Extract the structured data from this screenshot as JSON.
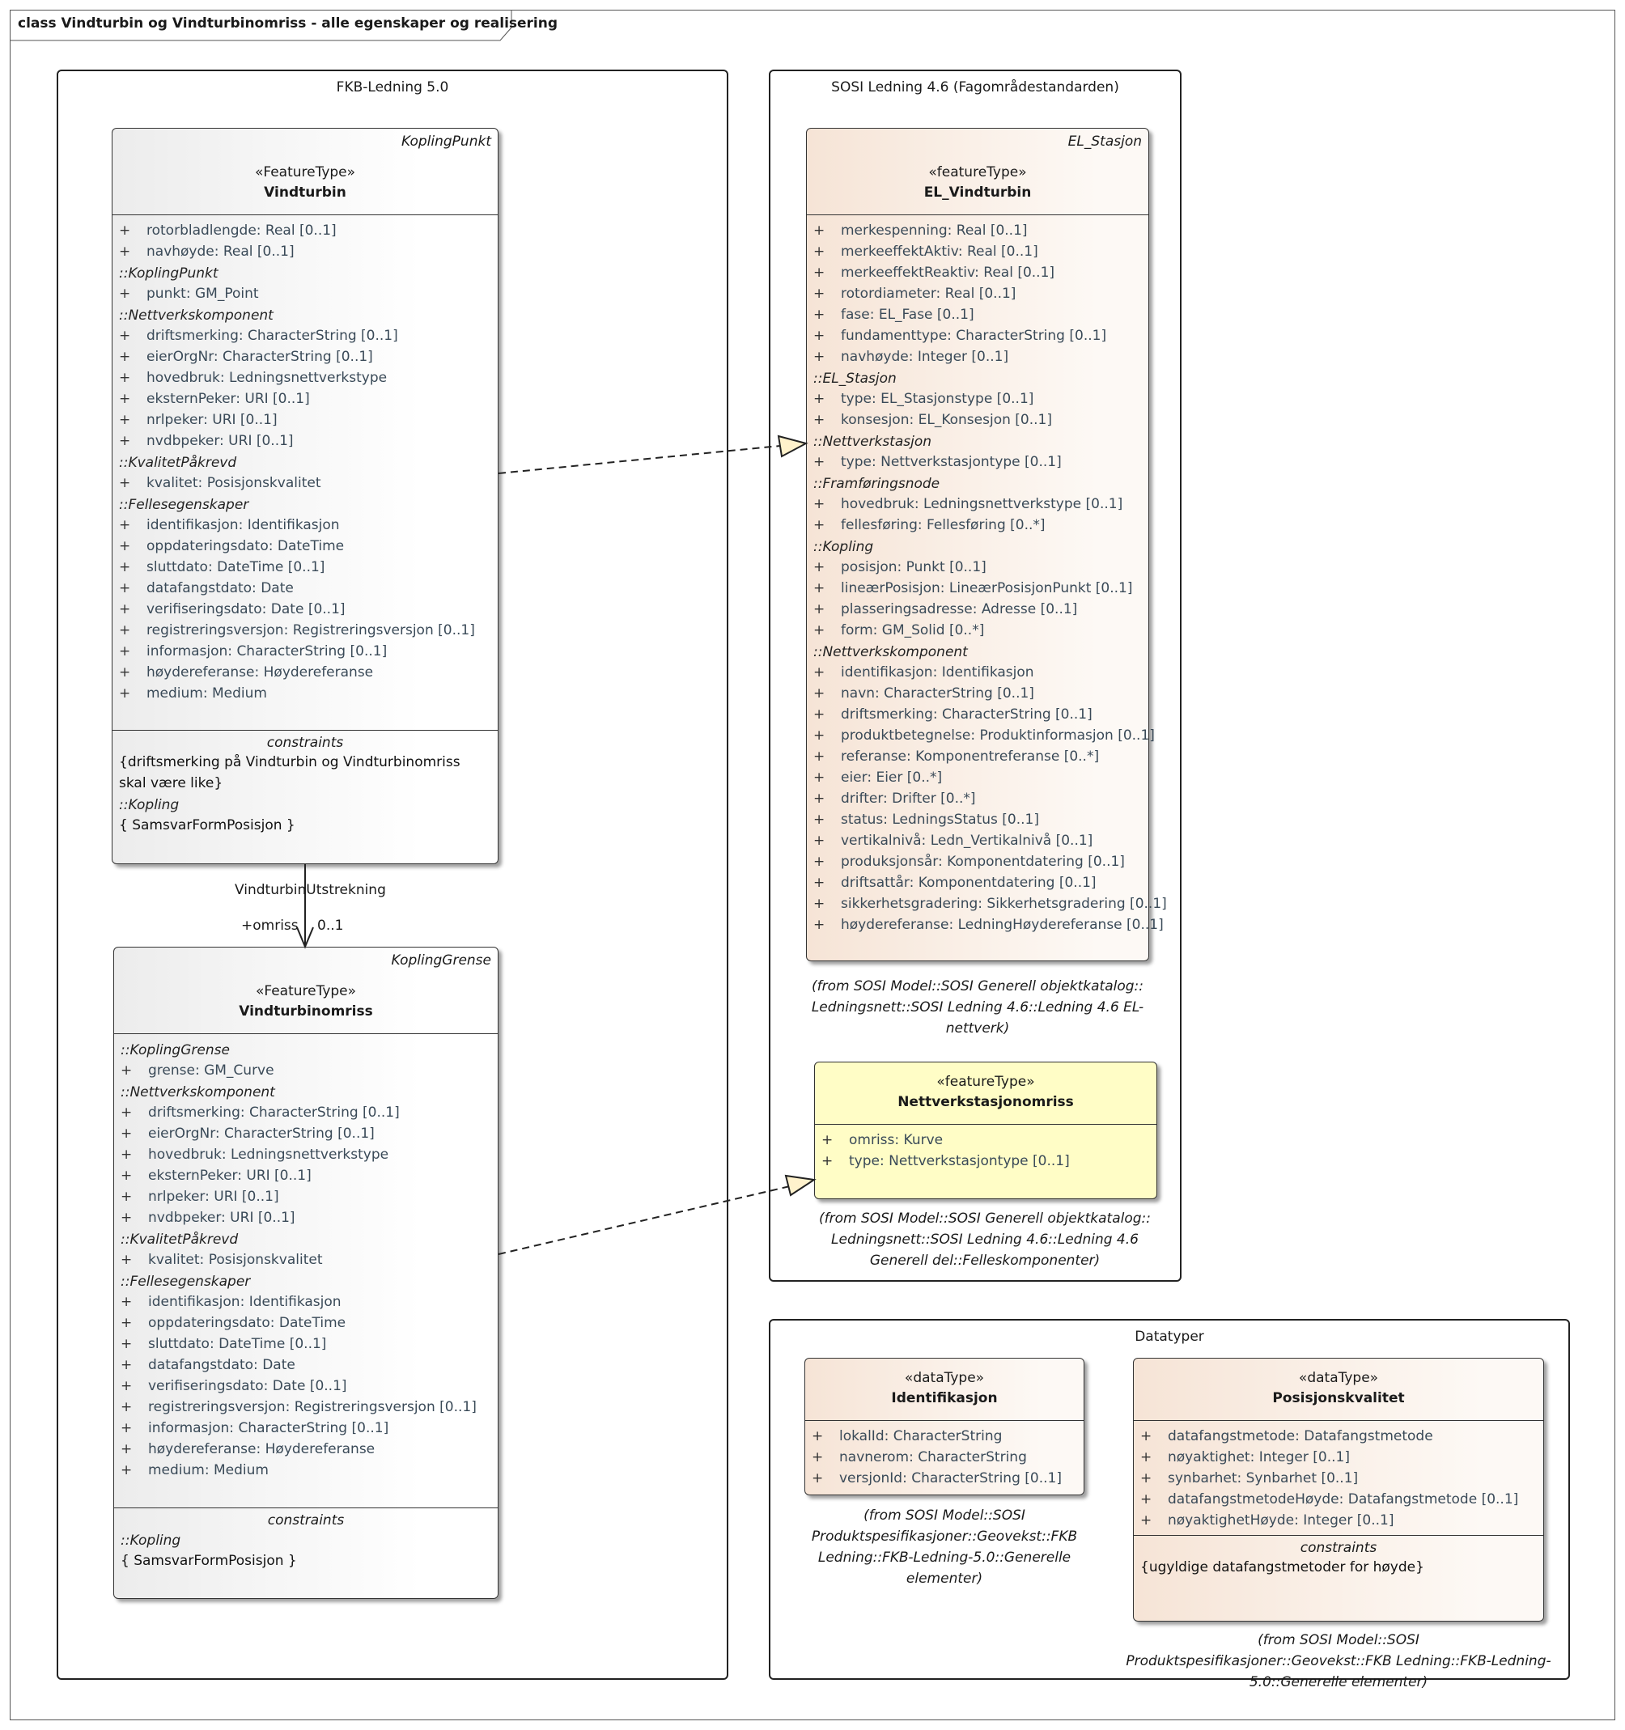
{
  "diagram_title": "class Vindturbin og Vindturbinomriss - alle egenskaper og realisering",
  "packages": {
    "fkb": "FKB-Ledning 5.0",
    "sosi": "SOSI Ledning 4.6 (Fagområdestandarden)",
    "datatyper": "Datatyper"
  },
  "vindturbin": {
    "generalization": "KoplingPunkt",
    "stereotype": "«FeatureType»",
    "name": "Vindturbin",
    "groups": [
      {
        "name": "",
        "attrs": [
          "rotorbladlengde: Real [0..1]",
          "navhøyde: Real [0..1]"
        ]
      },
      {
        "name": "::KoplingPunkt",
        "attrs": [
          "punkt: GM_Point"
        ]
      },
      {
        "name": "::Nettverkskomponent",
        "attrs": [
          "driftsmerking: CharacterString [0..1]",
          "eierOrgNr: CharacterString [0..1]",
          "hovedbruk: Ledningsnettverkstype",
          "eksternPeker: URI [0..1]",
          "nrlpeker: URI [0..1]",
          "nvdbpeker: URI [0..1]"
        ]
      },
      {
        "name": "::KvalitetPåkrevd",
        "attrs": [
          "kvalitet: Posisjonskvalitet"
        ]
      },
      {
        "name": "::Fellesegenskaper",
        "attrs": [
          "identifikasjon: Identifikasjon",
          "oppdateringsdato: DateTime",
          "sluttdato: DateTime [0..1]",
          "datafangstdato: Date",
          "verifiseringsdato: Date [0..1]",
          "registreringsversjon: Registreringsversjon [0..1]",
          "informasjon: CharacterString [0..1]",
          "høydereferanse: Høydereferanse",
          "medium: Medium"
        ]
      }
    ],
    "constraints_title": "constraints",
    "constraint_1": "{driftsmerking på Vindturbin og Vindturbinomriss skal være like}",
    "constraint_group": "::Kopling",
    "constraint_2": "{ SamsvarFormPosisjon }"
  },
  "association": {
    "name": "VindturbinUtstrekning",
    "role": "+omriss",
    "multiplicity": "0..1"
  },
  "vindturbinomriss": {
    "generalization": "KoplingGrense",
    "stereotype": "«FeatureType»",
    "name": "Vindturbinomriss",
    "groups": [
      {
        "name": "::KoplingGrense",
        "attrs": [
          "grense: GM_Curve"
        ]
      },
      {
        "name": "::Nettverkskomponent",
        "attrs": [
          "driftsmerking: CharacterString [0..1]",
          "eierOrgNr: CharacterString [0..1]",
          "hovedbruk: Ledningsnettverkstype",
          "eksternPeker: URI [0..1]",
          "nrlpeker: URI [0..1]",
          "nvdbpeker: URI [0..1]"
        ]
      },
      {
        "name": "::KvalitetPåkrevd",
        "attrs": [
          "kvalitet: Posisjonskvalitet"
        ]
      },
      {
        "name": "::Fellesegenskaper",
        "attrs": [
          "identifikasjon: Identifikasjon",
          "oppdateringsdato: DateTime",
          "sluttdato: DateTime [0..1]",
          "datafangstdato: Date",
          "verifiseringsdato: Date [0..1]",
          "registreringsversjon: Registreringsversjon [0..1]",
          "informasjon: CharacterString [0..1]",
          "høydereferanse: Høydereferanse",
          "medium: Medium"
        ]
      }
    ],
    "constraints_title": "constraints",
    "constraint_group": "::Kopling",
    "constraint_2": "{ SamsvarFormPosisjon }"
  },
  "el_vindturbin": {
    "generalization": "EL_Stasjon",
    "stereotype": "«featureType»",
    "name": "EL_Vindturbin",
    "groups": [
      {
        "name": "",
        "attrs": [
          "merkespenning: Real [0..1]",
          "merkeeffektAktiv: Real [0..1]",
          "merkeeffektReaktiv: Real [0..1]",
          "rotordiameter: Real [0..1]",
          "fase: EL_Fase [0..1]",
          "fundamenttype: CharacterString [0..1]",
          "navhøyde: Integer [0..1]"
        ]
      },
      {
        "name": "::EL_Stasjon",
        "attrs": [
          "type: EL_Stasjonstype [0..1]",
          "konsesjon: EL_Konsesjon [0..1]"
        ]
      },
      {
        "name": "::Nettverkstasjon",
        "attrs": [
          "type: Nettverkstasjontype [0..1]"
        ]
      },
      {
        "name": "::Framføringsnode",
        "attrs": [
          "hovedbruk: Ledningsnettverkstype [0..1]",
          "fellesføring: Fellesføring [0..*]"
        ]
      },
      {
        "name": "::Kopling",
        "attrs": [
          "posisjon: Punkt [0..1]",
          "lineærPosisjon: LineærPosisjonPunkt [0..1]",
          "plasseringsadresse: Adresse [0..1]",
          "form: GM_Solid [0..*]"
        ]
      },
      {
        "name": "::Nettverkskomponent",
        "attrs": [
          "identifikasjon: Identifikasjon",
          "navn: CharacterString [0..1]",
          "driftsmerking: CharacterString [0..1]",
          "produktbetegnelse: Produktinformasjon [0..1]",
          "referanse: Komponentreferanse [0..*]",
          "eier: Eier [0..*]",
          "drifter: Drifter [0..*]",
          "status: LedningsStatus [0..1]",
          "vertikalnivå: Ledn_Vertikalnivå [0..1]",
          "produksjonsår: Komponentdatering [0..1]",
          "driftsattår: Komponentdatering [0..1]",
          "sikkerhetsgradering: Sikkerhetsgradering [0..1]",
          "høydereferanse: LedningHøydereferanse [0..1]"
        ]
      }
    ],
    "from": "(from SOSI Model::SOSI Generell objektkatalog:: Ledningsnett::SOSI Ledning 4.6::Ledning 4.6 EL-nettverk)"
  },
  "nettverkstasjonomriss": {
    "stereotype": "«featureType»",
    "name": "Nettverkstasjonomriss",
    "groups": [
      {
        "name": "",
        "attrs": [
          "omriss: Kurve",
          "type: Nettverkstasjontype [0..1]"
        ]
      }
    ],
    "from": "(from SOSI Model::SOSI Generell objektkatalog:: Ledningsnett::SOSI Ledning 4.6::Ledning 4.6 Generell del::Felleskomponenter)"
  },
  "identifikasjon": {
    "stereotype": "«dataType»",
    "name": "Identifikasjon",
    "groups": [
      {
        "name": "",
        "attrs": [
          "lokalId: CharacterString",
          "navnerom: CharacterString",
          "versjonId: CharacterString [0..1]"
        ]
      }
    ],
    "from": "(from SOSI Model::SOSI Produktspesifikasjoner::Geovekst::FKB Ledning::FKB-Ledning-5.0::Generelle elementer)"
  },
  "posisjonskvalitet": {
    "stereotype": "«dataType»",
    "name": "Posisjonskvalitet",
    "groups": [
      {
        "name": "",
        "attrs": [
          "datafangstmetode: Datafangstmetode",
          "nøyaktighet: Integer [0..1]",
          "synbarhet: Synbarhet [0..1]",
          "datafangstmetodeHøyde: Datafangstmetode [0..1]",
          "nøyaktighetHøyde: Integer [0..1]"
        ]
      }
    ],
    "constraints_title": "constraints",
    "constraint_1": "{ugyldige datafangstmetoder for høyde}",
    "from": "(from SOSI Model::SOSI Produktspesifikasjoner::Geovekst::FKB Ledning::FKB-Ledning-5.0::Generelle elementer)"
  },
  "colors": {
    "feature_grey": "#ececec",
    "feature_peach": "#f6e4d6",
    "feature_yellow": "#fffdc6",
    "arrow_fill": "#fff2cc"
  }
}
